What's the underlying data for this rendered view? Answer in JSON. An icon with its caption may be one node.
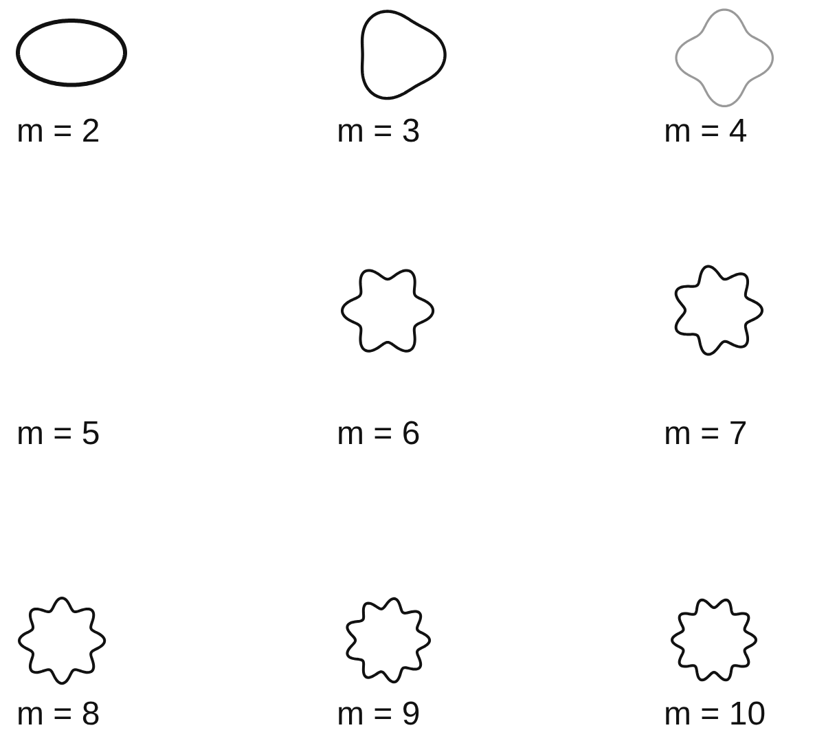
{
  "diagram": {
    "labels": [
      "m = 2",
      "m = 3",
      "m = 4",
      "m = 5",
      "m = 6",
      "m = 7",
      "m = 8",
      "m = 9",
      "m = 10"
    ]
  }
}
